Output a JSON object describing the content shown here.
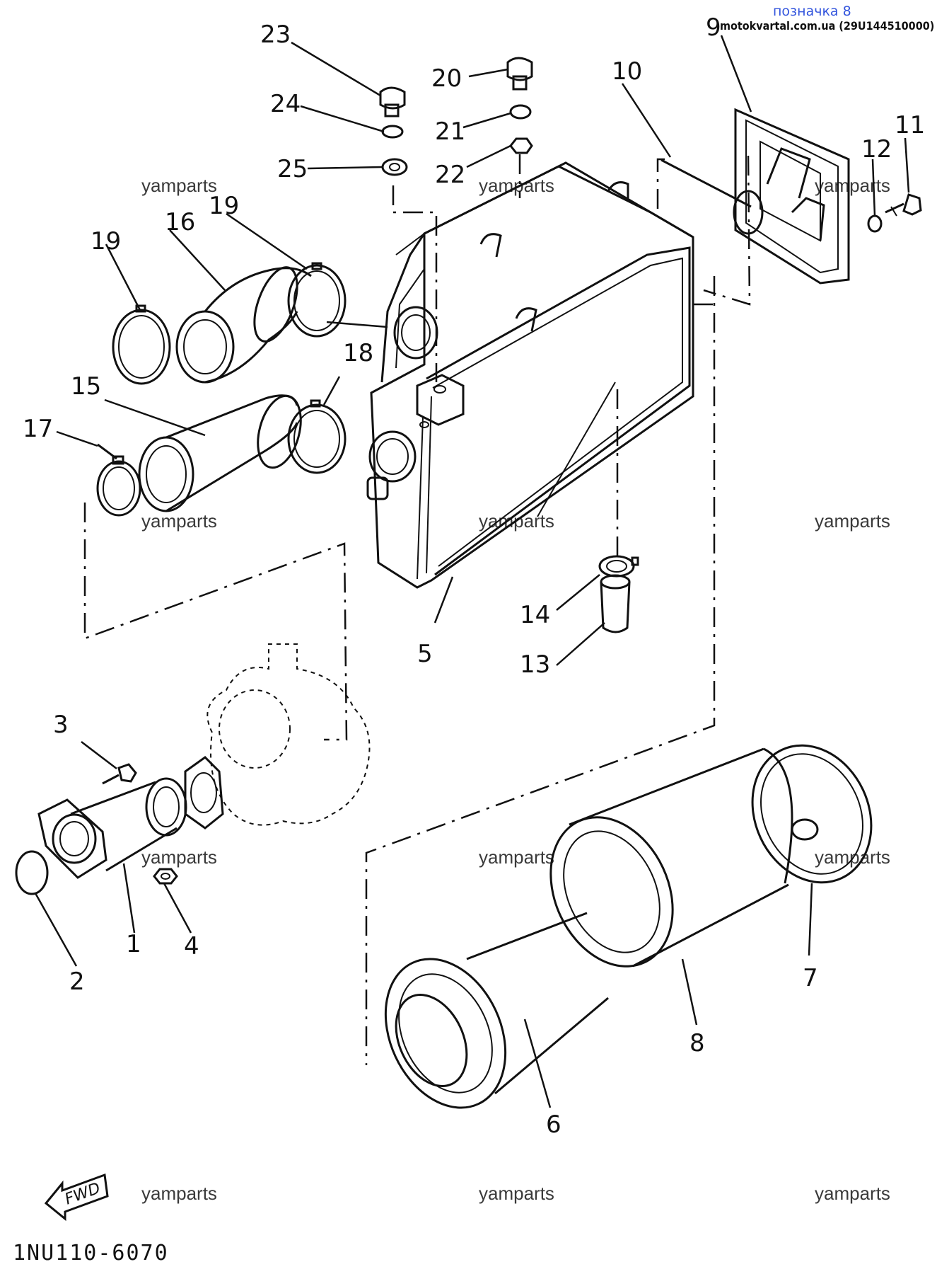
{
  "header": {
    "tag": "позначка 8",
    "source": "motokvartal.com.ua (29U144510000)"
  },
  "diagram_code": "1NU110-6070",
  "fwd_label": "FWD",
  "watermark": "yamparts",
  "labels": {
    "p1": "1",
    "p2": "2",
    "p3": "3",
    "p4": "4",
    "p5": "5",
    "p6": "6",
    "p7": "7",
    "p8": "8",
    "p9": "9",
    "p10": "10",
    "p11": "11",
    "p12": "12",
    "p13": "13",
    "p14": "14",
    "p15": "15",
    "p16": "16",
    "p17": "17",
    "p18": "18",
    "p19a": "19",
    "p19b": "19",
    "p20": "20",
    "p21": "21",
    "p22": "22",
    "p23": "23",
    "p24": "24",
    "p25": "25"
  },
  "colors": {
    "ink": "#111111",
    "tag": "#3355dd",
    "background": "#ffffff"
  }
}
